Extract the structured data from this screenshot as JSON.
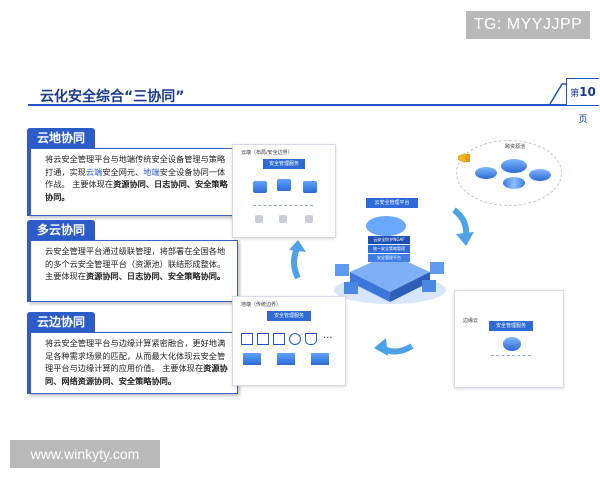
{
  "watermark_top": "TG: MYYJJPP",
  "watermark_bottom": "www.winkyty.com",
  "header": {
    "title": "云化安全综合“三协同”",
    "page_prefix": "第",
    "page_num": "10",
    "page_suffix": "页"
  },
  "sections": [
    {
      "tab": "云地协同",
      "p1": "将云安全管理平台与地端传统安全设备管理与策略打通，实现",
      "hl1": "云端",
      "p2": "安全网元、",
      "hl2": "地端",
      "p3": "安全设备协同一体作战。 主要体现在",
      "bold": "资源协同、日志协同、安全策略协同。"
    },
    {
      "tab": "多云协同",
      "p1": "云安全管理平台通过级联管理，将部署在全国各地的多个云安全管理平台（资源池）联结形成整体。 主要体现在",
      "bold": "资源协同、日志协同、安全策略协同。"
    },
    {
      "tab": "云边协同",
      "p1": "将云安全管理平台与边缘计算紧密融合，更好地满足各种需求场景的匹配，从而最大化体现云安全管理平台与边缘计算的应用价值。 主要体现在",
      "bold": "资源协同、网络资源协同、安全策略协同。"
    }
  ],
  "diagram": {
    "top_left_caption": "云端（布局/安全边界）",
    "top_left_bar": "安全管理服务",
    "top_right_caption": "跨资源池",
    "center_title": "云安全管理平台",
    "center_rows": [
      "云安全防护NGAF",
      "统一安全策略管理",
      "安全管理平台"
    ],
    "bottom_left_caption": "地端（传统边界）",
    "bottom_left_bar": "安全管理服务",
    "bottom_right_caption": "边缘云",
    "bottom_right_bar": "安全管理服务",
    "more": "···"
  }
}
